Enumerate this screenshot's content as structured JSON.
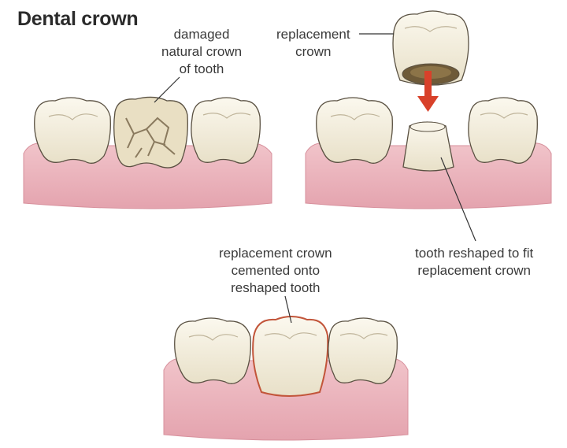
{
  "title": "Dental crown",
  "labels": {
    "damaged": [
      "damaged",
      "natural crown",
      "of tooth"
    ],
    "replacement": [
      "replacement",
      "crown"
    ],
    "reshaped": [
      "tooth reshaped to fit",
      "replacement crown"
    ],
    "cemented": [
      "replacement crown",
      "cemented onto",
      "reshaped tooth"
    ]
  },
  "colors": {
    "gum": "#eab3bb",
    "gum_dark": "#d7909c",
    "tooth": "#f4f0e3",
    "tooth_shade": "#e3dbc3",
    "crack": "#8a7a5e",
    "arrow": "#d8412a",
    "crown_outline": "#c2553a",
    "leader": "#333333"
  }
}
